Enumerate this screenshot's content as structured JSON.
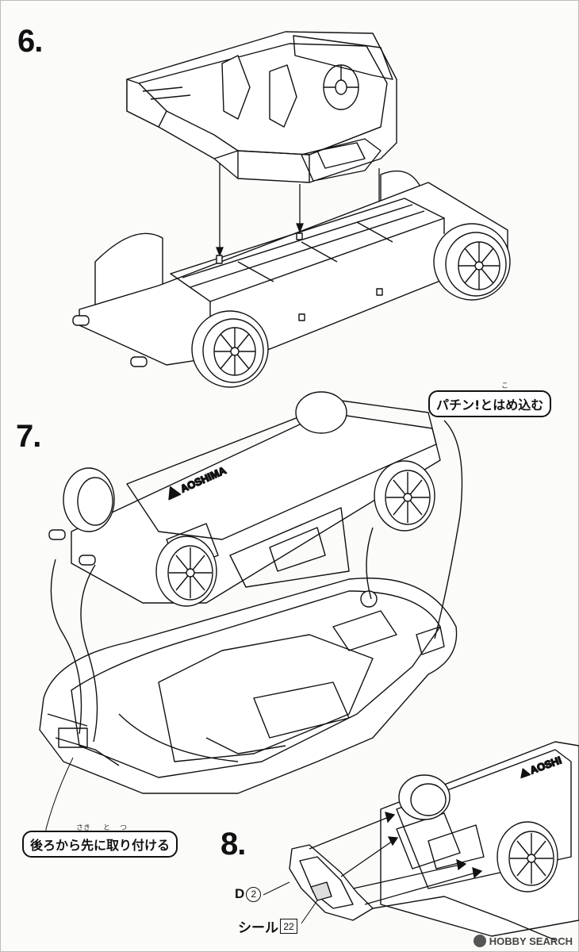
{
  "steps": {
    "step6": {
      "number": "6."
    },
    "step7": {
      "number": "7."
    },
    "step8": {
      "number": "8."
    }
  },
  "callouts": {
    "snap_in": {
      "text": "パチン!とはめ込む",
      "ruby": "こ"
    },
    "rear_first": {
      "text": "後ろから先に取り付ける",
      "ruby_saki": "さき",
      "ruby_to": "と",
      "ruby_tsu": "つ"
    }
  },
  "parts": {
    "d2": {
      "letter": "D",
      "number": "2"
    },
    "seal22": {
      "label": "シール",
      "number": "22"
    }
  },
  "decals": {
    "brand": "AOSHIMA",
    "brand_small": "AOSHI"
  },
  "watermark": {
    "text": "HOBBY SEARCH"
  },
  "icons": {
    "arrow": "down-arrow-icon",
    "wheel": "wheel-icon",
    "logo": "hobby-search-logo-icon"
  }
}
